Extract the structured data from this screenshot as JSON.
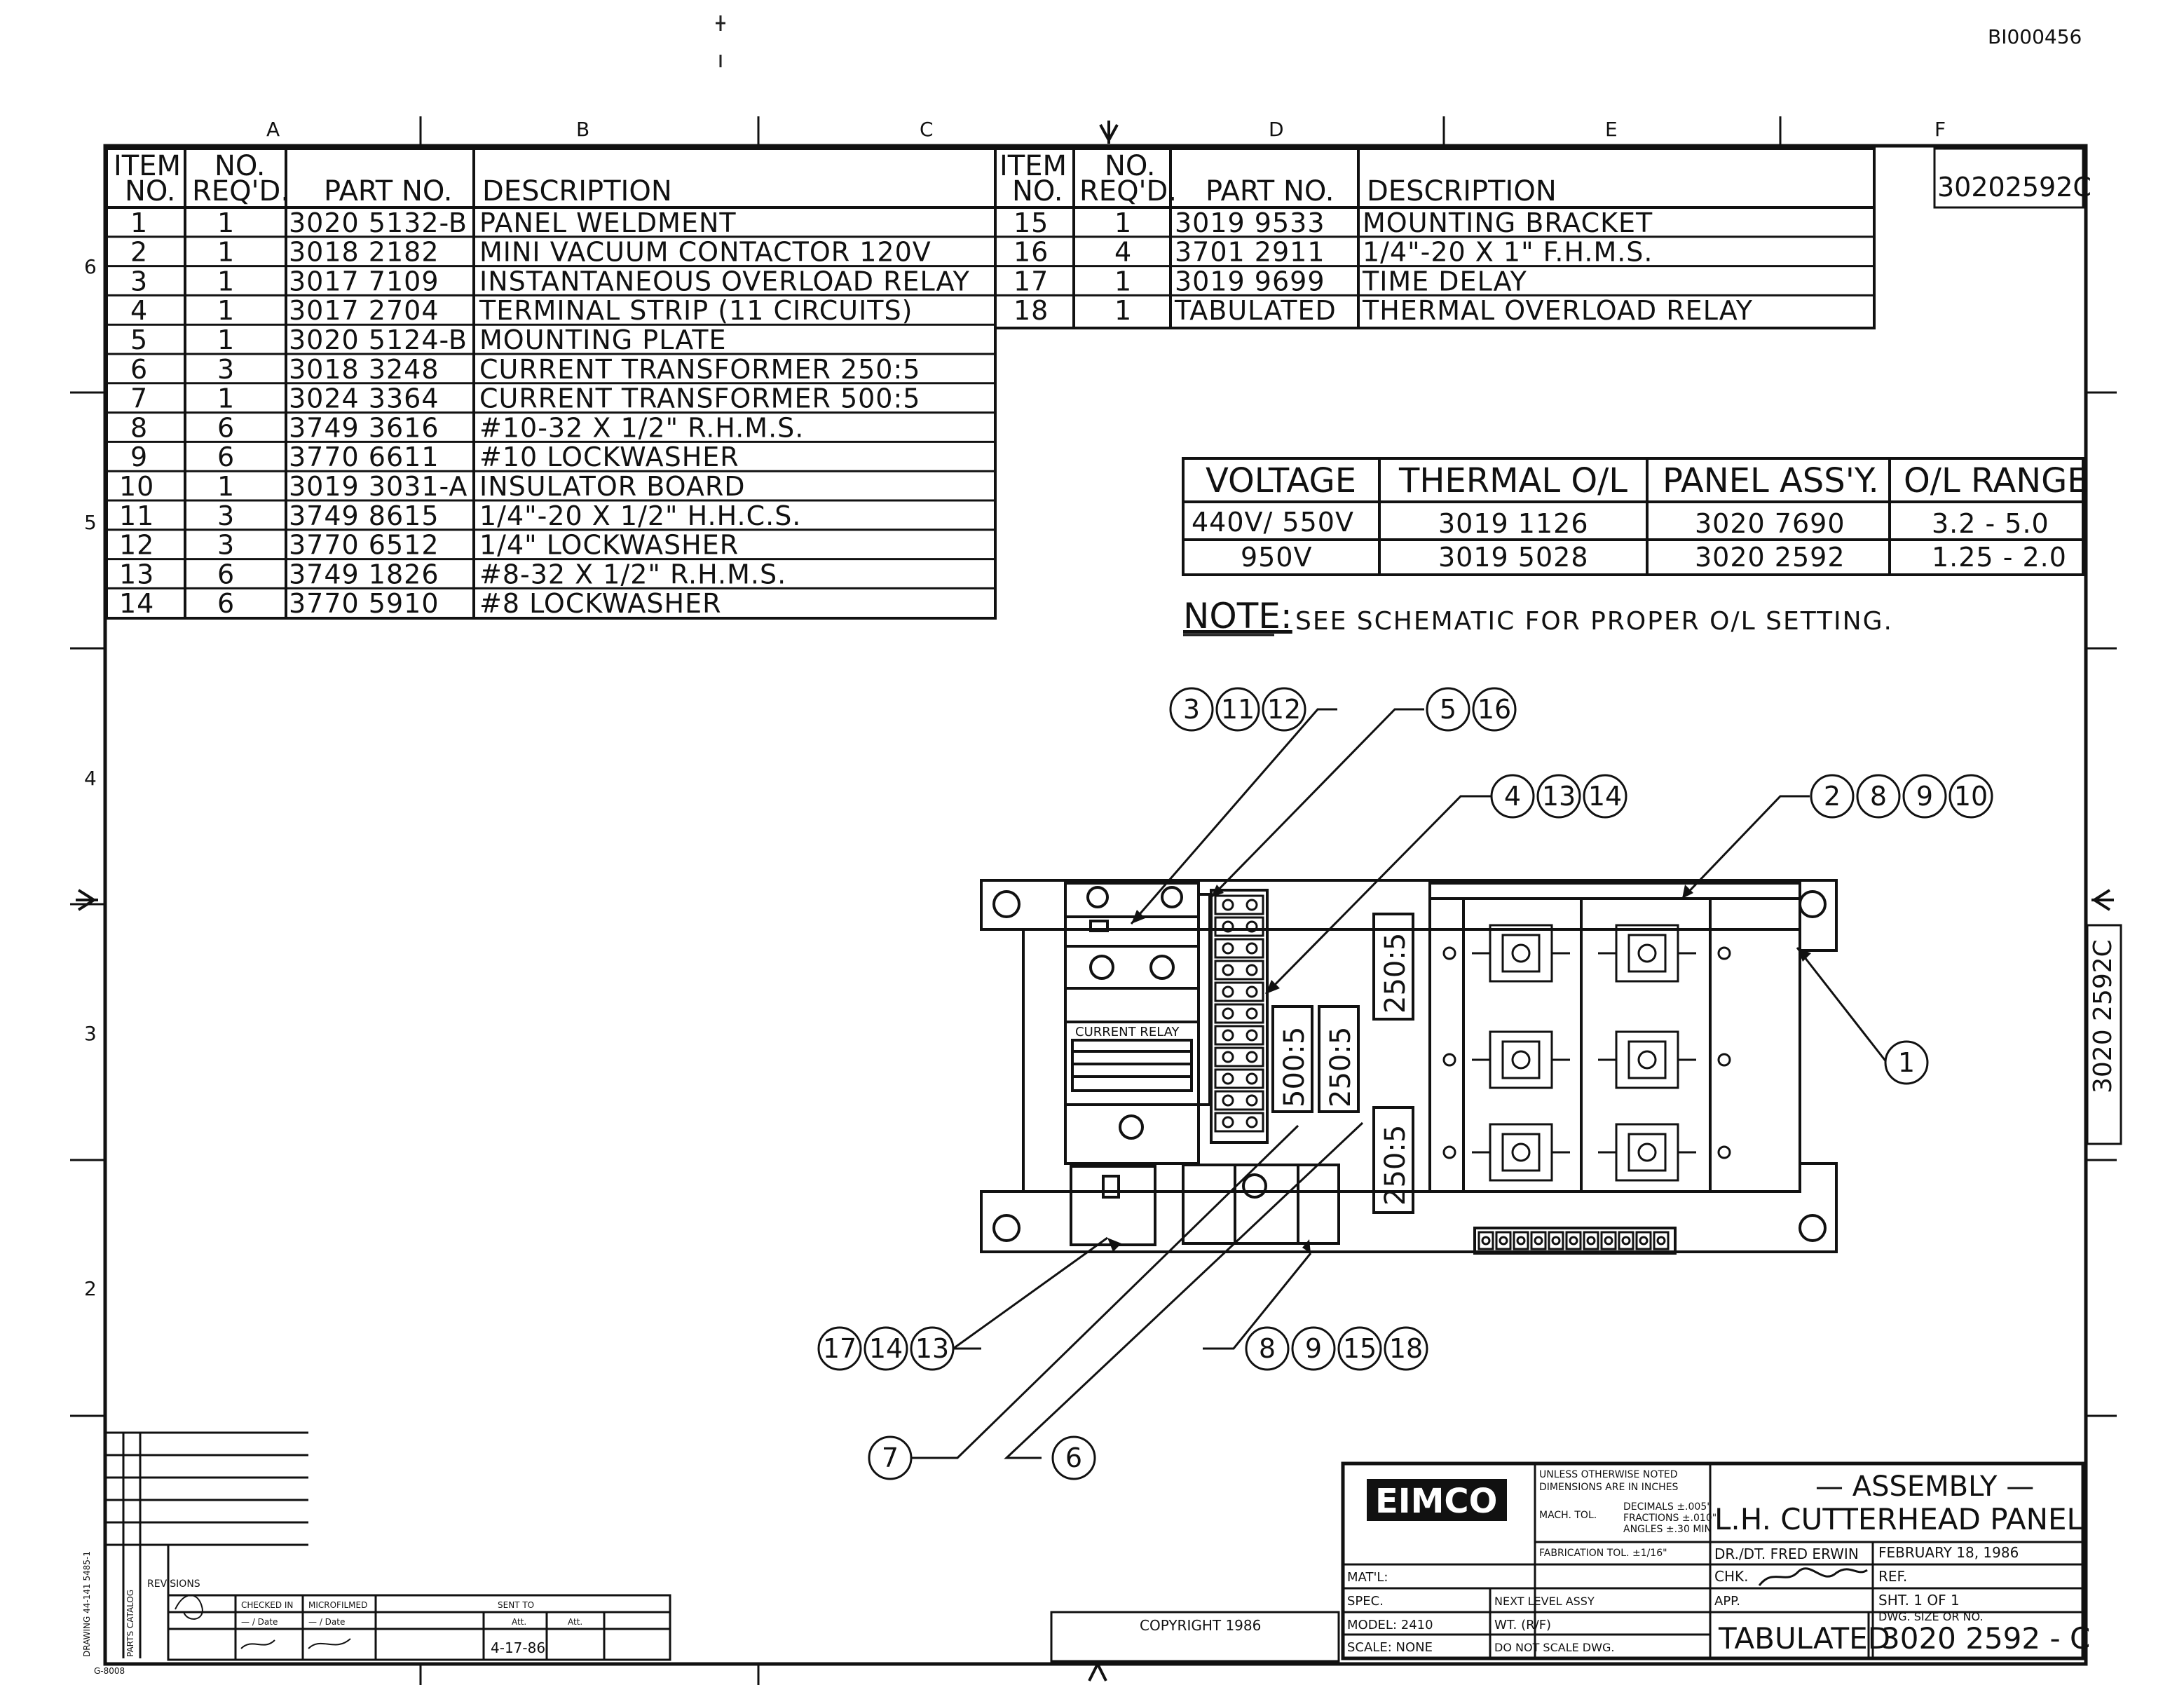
{
  "document_id": "BI000456",
  "drawing_corner_number": "30202592C",
  "side_number": "3020 2592C",
  "column_letters": [
    "A",
    "B",
    "C",
    "D",
    "E",
    "F"
  ],
  "row_numbers": [
    "6",
    "5",
    "4",
    "3",
    "2"
  ],
  "parts_list": {
    "headers": {
      "item_no": [
        "ITEM",
        "NO."
      ],
      "req": [
        "NO.",
        "REQ'D."
      ],
      "part_no": "PART NO.",
      "description": "DESCRIPTION"
    },
    "left_rows": [
      {
        "item": "1",
        "qty": "1",
        "part": "3020 5132-B",
        "desc": "PANEL WELDMENT"
      },
      {
        "item": "2",
        "qty": "1",
        "part": "3018 2182",
        "desc": "MINI VACUUM CONTACTOR 120V"
      },
      {
        "item": "3",
        "qty": "1",
        "part": "3017 7109",
        "desc": "INSTANTANEOUS OVERLOAD RELAY"
      },
      {
        "item": "4",
        "qty": "1",
        "part": "3017 2704",
        "desc": "TERMINAL STRIP (11 CIRCUITS)"
      },
      {
        "item": "5",
        "qty": "1",
        "part": "3020 5124-B",
        "desc": "MOUNTING PLATE"
      },
      {
        "item": "6",
        "qty": "3",
        "part": "3018 3248",
        "desc": "CURRENT TRANSFORMER 250:5"
      },
      {
        "item": "7",
        "qty": "1",
        "part": "3024 3364",
        "desc": "CURRENT TRANSFORMER 500:5"
      },
      {
        "item": "8",
        "qty": "6",
        "part": "3749 3616",
        "desc": "#10-32 X 1/2\" R.H.M.S."
      },
      {
        "item": "9",
        "qty": "6",
        "part": "3770 6611",
        "desc": "#10 LOCKWASHER"
      },
      {
        "item": "10",
        "qty": "1",
        "part": "3019 3031-A",
        "desc": "INSULATOR BOARD"
      },
      {
        "item": "11",
        "qty": "3",
        "part": "3749 8615",
        "desc": "1/4\"-20 X 1/2\" H.H.C.S."
      },
      {
        "item": "12",
        "qty": "3",
        "part": "3770 6512",
        "desc": "1/4\" LOCKWASHER"
      },
      {
        "item": "13",
        "qty": "6",
        "part": "3749 1826",
        "desc": "#8-32 X 1/2\" R.H.M.S."
      },
      {
        "item": "14",
        "qty": "6",
        "part": "3770 5910",
        "desc": "#8 LOCKWASHER"
      }
    ],
    "right_rows": [
      {
        "item": "15",
        "qty": "1",
        "part": "3019 9533",
        "desc": "MOUNTING BRACKET"
      },
      {
        "item": "16",
        "qty": "4",
        "part": "3701 2911",
        "desc": "1/4\"-20 X 1\" F.H.M.S."
      },
      {
        "item": "17",
        "qty": "1",
        "part": "3019 9699",
        "desc": "TIME DELAY"
      },
      {
        "item": "18",
        "qty": "1",
        "part": "TABULATED",
        "desc": "THERMAL OVERLOAD RELAY"
      }
    ]
  },
  "tab_table": {
    "headers": [
      "VOLTAGE",
      "THERMAL O/L",
      "PANEL ASS'Y.",
      "O/L RANGE"
    ],
    "rows": [
      [
        "440V/ 550V",
        "3019 1126",
        "3020 7690",
        "3.2 - 5.0"
      ],
      [
        "950V",
        "3019 5028",
        "3020 2592",
        "1.25 - 2.0"
      ]
    ]
  },
  "note": {
    "label": "NOTE:",
    "text": "SEE SCHEMATIC FOR PROPER O/L SETTING."
  },
  "panel_labels": {
    "current_relay": "CURRENT RELAY",
    "ct_500": "500:5",
    "ct_250": "250:5"
  },
  "balloons": {
    "g1": [
      "3",
      "11",
      "12"
    ],
    "g2": [
      "5",
      "16"
    ],
    "g3": [
      "4",
      "13",
      "14"
    ],
    "g4": [
      "2",
      "8",
      "9",
      "10"
    ],
    "g5": [
      "1"
    ],
    "g6": [
      "17",
      "14",
      "13"
    ],
    "g7": [
      "8",
      "9",
      "15",
      "18"
    ],
    "g8": [
      "7"
    ],
    "g9": [
      "6"
    ]
  },
  "title_block": {
    "logo": "EIMCO",
    "tolerances": [
      "UNLESS OTHERWISE NOTED",
      "DIMENSIONS ARE IN INCHES",
      "DECIMALS ±.005\"",
      "FRACTIONS ±.010\"",
      "ANGLES ±.30 MIN",
      "MACH. TOL.",
      "FABRICATION TOL. ±1/16\""
    ],
    "title_line1": "— ASSEMBLY —",
    "title_line2": "L.H. CUTTERHEAD PANEL",
    "drawn_by": "DR./DT. FRED ERWIN",
    "date": "FEBRUARY 18, 1986",
    "chk_label": "CHK.",
    "ref_label": "REF.",
    "matl_label": "MAT'L:",
    "spec_label": "SPEC.",
    "next_assy_label": "NEXT LEVEL ASSY",
    "app_label": "APP.",
    "sheet": "SHT. 1 OF 1",
    "model": "MODEL: 2410",
    "wt": "WT. (R/F)",
    "dwg_size_label": "DWG. SIZE OR NO.",
    "scale": "SCALE: NONE",
    "do_not_scale": "DO NOT SCALE DWG.",
    "tabulated": "TABULATED",
    "dwg_no": "3020 2592 - C",
    "copyright": "COPYRIGHT 1986"
  },
  "revision_block": {
    "headers": [
      "CHECKED IN",
      "MICROFILMED",
      "SENT TO"
    ],
    "sub": [
      "— / Date",
      "— / Date",
      "Att.",
      "Att."
    ],
    "side_text": "DRAWING 44-141 5485-1",
    "side_text2": "PARTS CATALOG",
    "revisions_label": "REVISIONS",
    "bottom_code": "G-8008",
    "entry_date": "4-17-86"
  }
}
